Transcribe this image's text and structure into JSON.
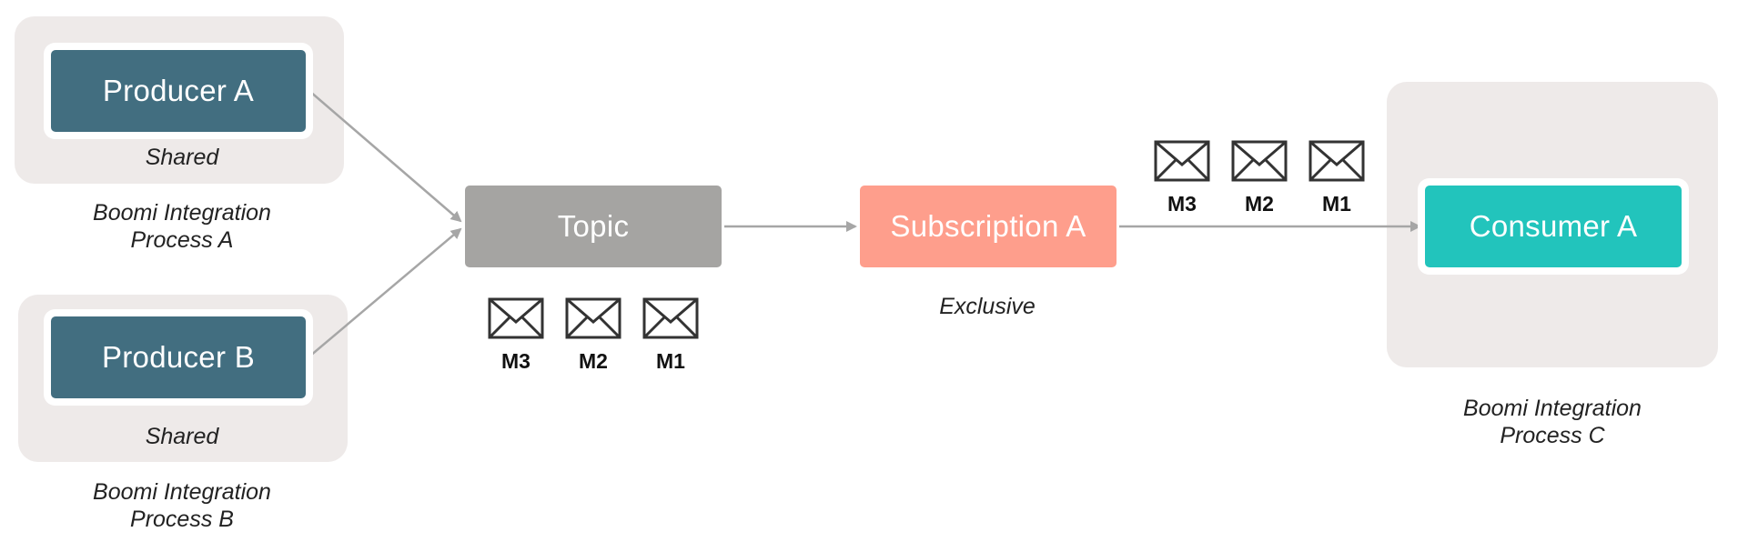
{
  "nodes": {
    "producer_a": "Producer A",
    "producer_b": "Producer B",
    "topic": "Topic",
    "subscription": "Subscription A",
    "consumer": "Consumer A"
  },
  "labels": {
    "shared_a": "Shared",
    "shared_b": "Shared",
    "exclusive": "Exclusive",
    "process_a_line1": "Boomi Integration",
    "process_a_line2": "Process A",
    "process_b_line1": "Boomi Integration",
    "process_b_line2": "Process B",
    "process_c_line1": "Boomi Integration",
    "process_c_line2": "Process C"
  },
  "messages": [
    "M3",
    "M2",
    "M1"
  ],
  "colors": {
    "producer": "#426e80",
    "topic": "#a5a4a2",
    "subscription": "#fe9e8c",
    "consumer": "#22c4bc",
    "process_bg": "#eeeae9",
    "arrow": "#a6a6a6"
  }
}
